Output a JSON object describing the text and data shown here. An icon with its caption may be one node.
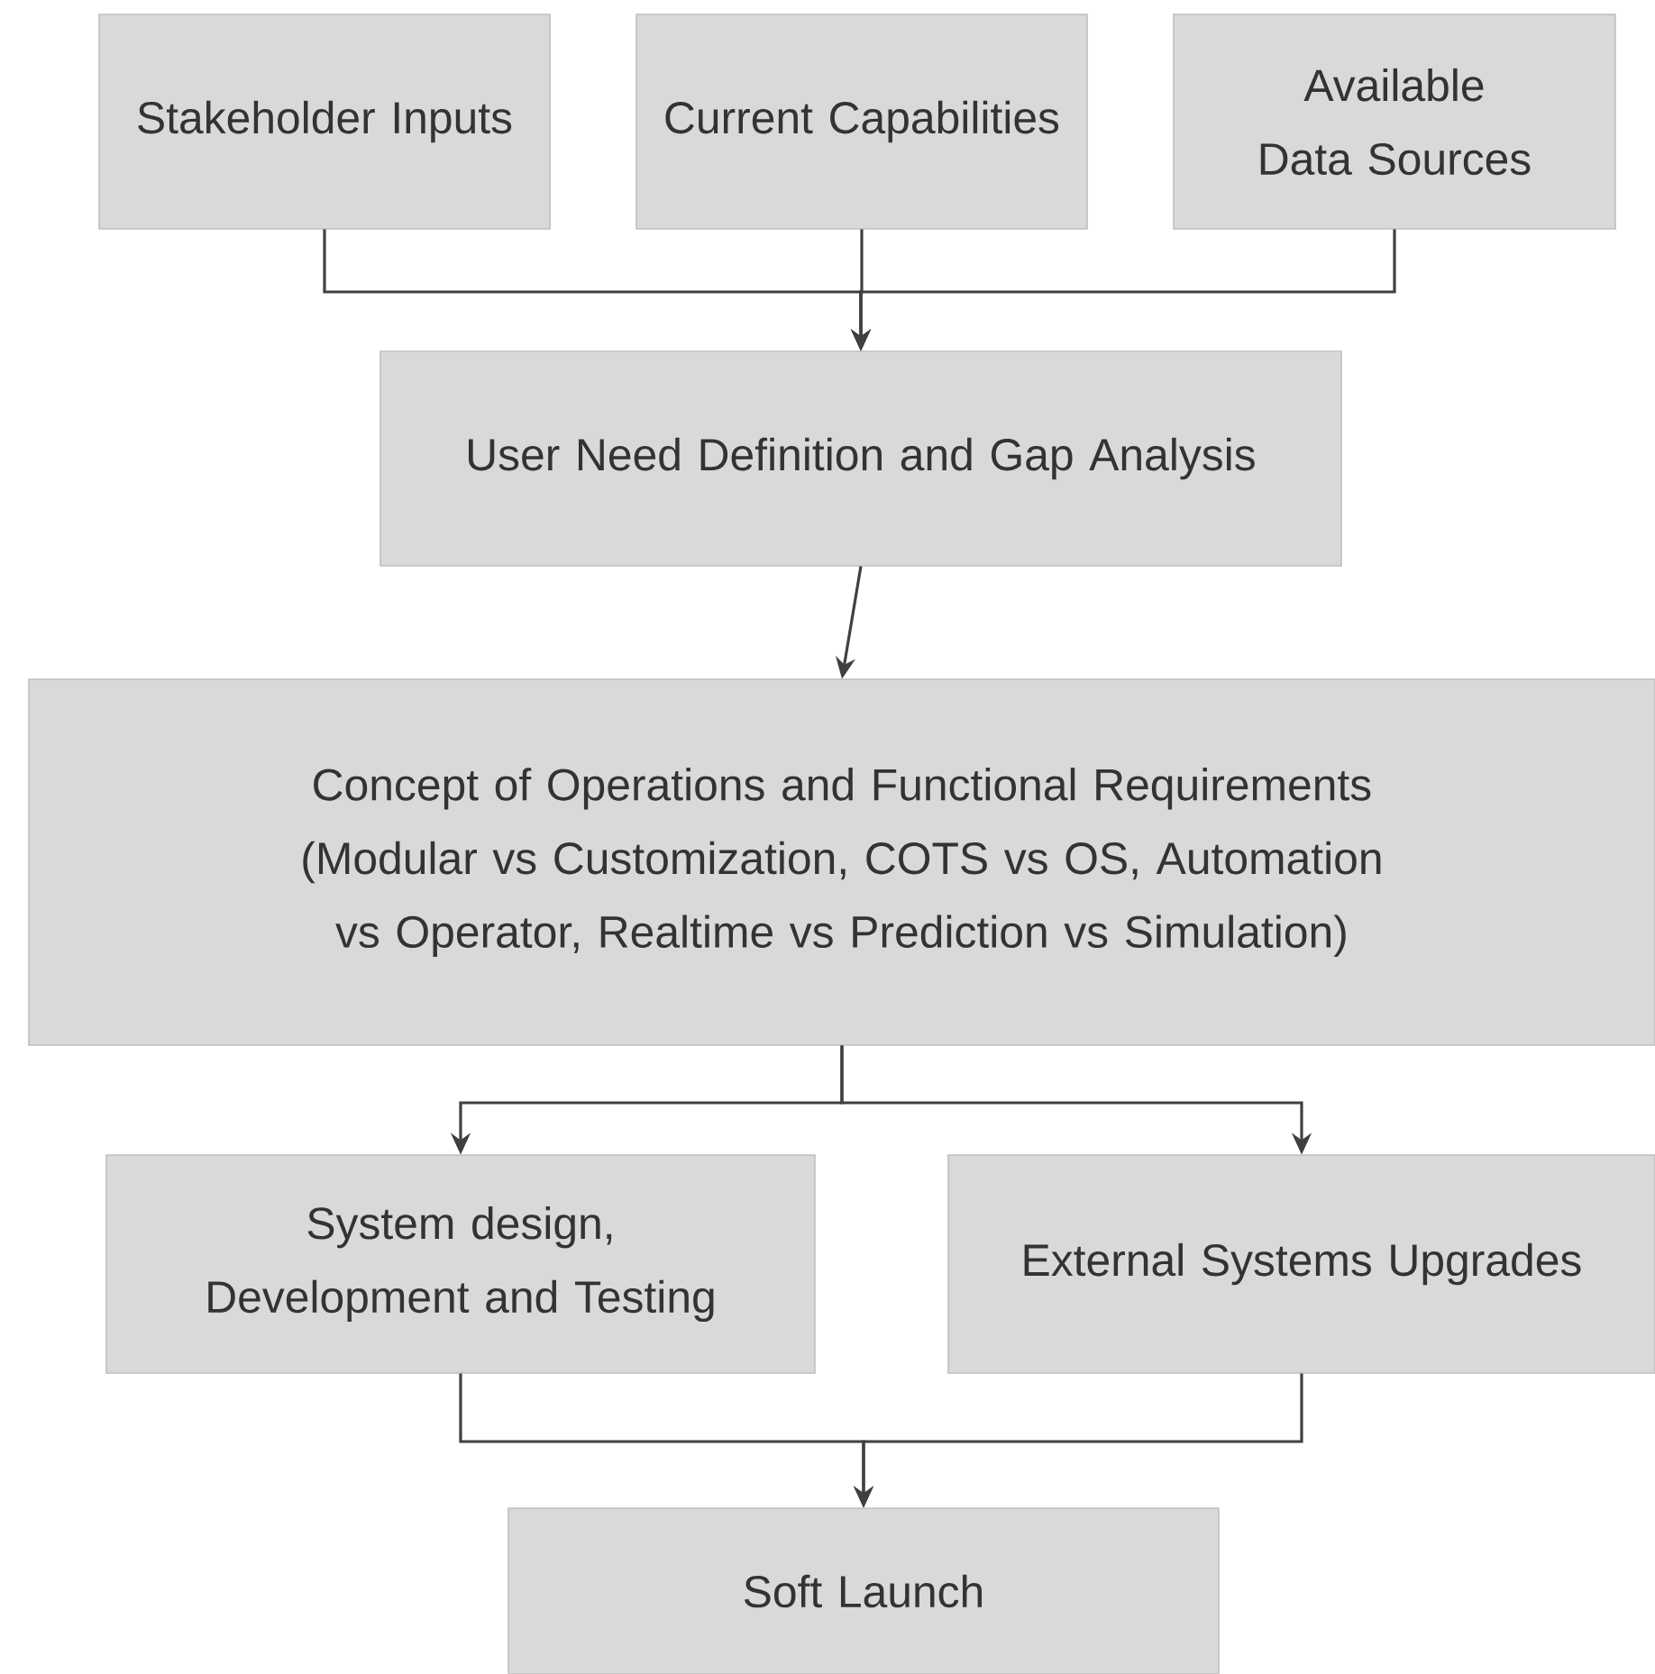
{
  "diagram": {
    "nodes": [
      {
        "text": [
          "Stakeholder Inputs"
        ]
      },
      {
        "text": [
          "Current Capabilities"
        ]
      },
      {
        "text": [
          "Available Data Sources"
        ]
      },
      {
        "text": [
          "User Need Definition and Gap Analysis"
        ]
      },
      {
        "text": [
          "Concept of Operations and Functional Requirements (Modular vs Customization, COTS vs OS, Automation vs Operator, Realtime vs Prediction vs Simulation)"
        ]
      },
      {
        "text": [
          "System design, Development and Testing"
        ]
      },
      {
        "text": [
          "External Systems Upgrades"
        ]
      },
      {
        "text": [
          "Soft Launch"
        ]
      }
    ],
    "edges": [
      {
        "from": 0,
        "to": 3,
        "arrow": "to"
      },
      {
        "from": 1,
        "to": 3,
        "arrow": "to"
      },
      {
        "from": 2,
        "to": 3,
        "arrow": "to"
      },
      {
        "from": 3,
        "to": 4,
        "arrow": "to"
      },
      {
        "from": 4,
        "to": 5,
        "arrow": "to"
      },
      {
        "from": 4,
        "to": 6,
        "arrow": "to"
      },
      {
        "from": 5,
        "to": 7,
        "arrow": "to"
      },
      {
        "from": 6,
        "to": 7,
        "arrow": "to"
      }
    ]
  }
}
